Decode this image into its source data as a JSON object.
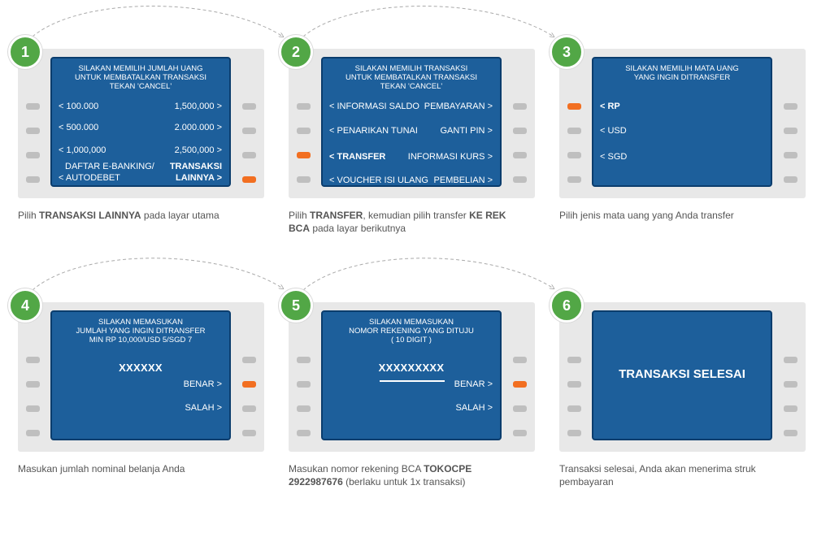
{
  "steps": [
    {
      "number": "1",
      "title": [
        "SILAKAN MEMILIH JUMLAH UANG",
        "UNTUK MEMBATALKAN TRANSAKSI",
        "TEKAN 'CANCEL'"
      ],
      "left_options": [
        "< 100.000",
        "< 500.000",
        "< 1,000,000"
      ],
      "right_options": [
        "1,500,000 >",
        "2.000.000 >",
        "2,500,000 >"
      ],
      "bottom_left": [
        "DAFTAR E-BANKING/",
        "< AUTODEBET"
      ],
      "bottom_right": [
        "TRANSAKSI",
        "LAINNYA >"
      ],
      "caption": {
        "pre": "Pilih ",
        "bold": "TRANSAKSI LAINNYA",
        "post": " pada layar utama"
      }
    },
    {
      "number": "2",
      "title": [
        "SILAKAN MEMILIH TRANSAKSI",
        "UNTUK MEMBATALKAN TRANSAKSI",
        "TEKAN 'CANCEL'"
      ],
      "left_options": [
        "< INFORMASI SALDO",
        "< PENARIKAN TUNAI",
        "< TRANSFER",
        "< VOUCHER ISI ULANG"
      ],
      "right_options": [
        "PEMBAYARAN >",
        "GANTI PIN >",
        "INFORMASI KURS >",
        "PEMBELIAN >"
      ],
      "caption": {
        "pre": "Pilih ",
        "bold": "TRANSFER",
        "mid": ", kemudian pilih transfer ",
        "bold2": "KE REK BCA",
        "post": " pada layar berikutnya"
      }
    },
    {
      "number": "3",
      "title": [
        "SILAKAN MEMILIH MATA UANG",
        "YANG INGIN DITRANSFER"
      ],
      "left_options": [
        "< RP",
        "< USD",
        "< SGD"
      ],
      "caption": {
        "pre": "Pilih jenis mata uang yang Anda transfer"
      }
    },
    {
      "number": "4",
      "title": [
        "SILAKAN MEMASUKAN",
        "JUMLAH YANG INGIN DITRANSFER",
        "MIN RP 10,000/USD 5/SGD 7"
      ],
      "entry": "XXXXXX",
      "right_options": [
        "BENAR >",
        "SALAH >"
      ],
      "caption": {
        "pre": "Masukan jumlah nominal belanja Anda"
      }
    },
    {
      "number": "5",
      "title": [
        "SILAKAN MEMASUKAN",
        "NOMOR REKENING YANG DITUJU",
        "( 10 DIGIT )"
      ],
      "entry": "XXXXXXXXX",
      "right_options": [
        "BENAR >",
        "SALAH >"
      ],
      "caption": {
        "pre": "Masukan nomor rekening BCA ",
        "bold": "TOKOCPE 2922987676",
        "post": " (berlaku untuk 1x transaksi)"
      }
    },
    {
      "number": "6",
      "message": "TRANSAKSI SELESAI",
      "caption": {
        "pre": "Transaksi selesai, Anda akan menerima struk pembayaran"
      }
    }
  ],
  "colors": {
    "badge": "#52a746",
    "screen": "#1d5f9b",
    "active_button": "#f26f21",
    "idle_button": "#bfbfbf",
    "atm_body": "#e8e8e8"
  }
}
